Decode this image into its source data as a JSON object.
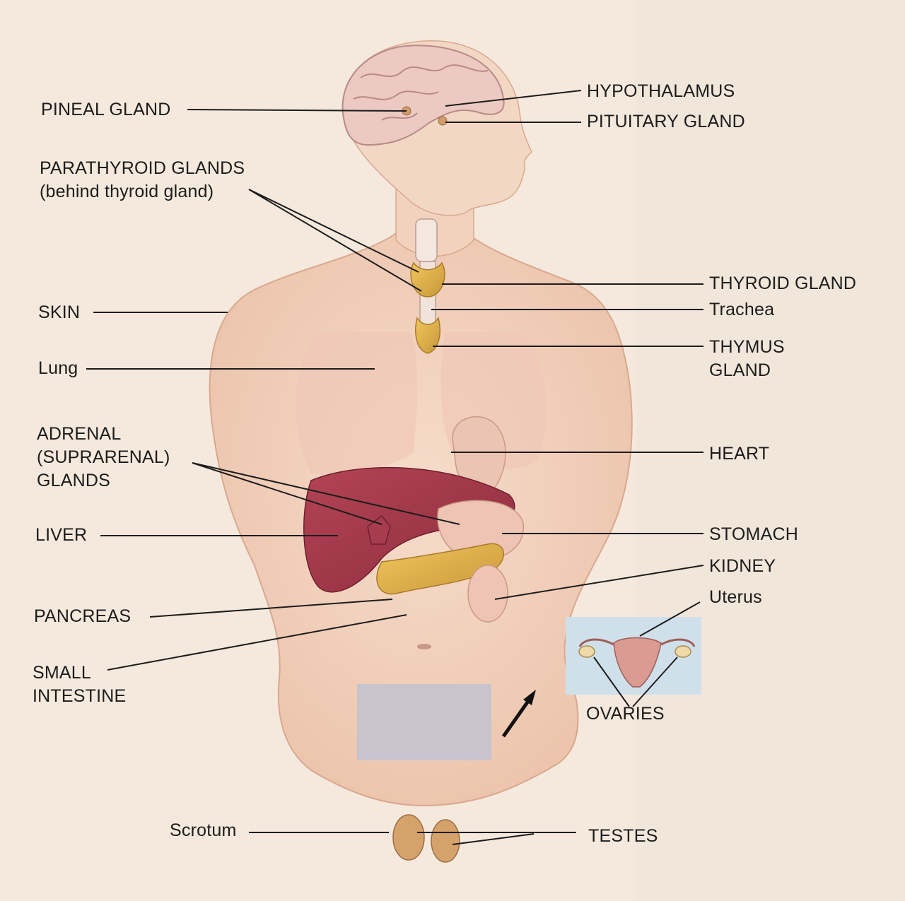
{
  "colors": {
    "background": "#f4e9dc",
    "skin": "#f0cdb6",
    "gland": "#e2b548",
    "liver": "#a8384a",
    "ovary_panel": "#cfe0ea",
    "leader": "#1c1c1c"
  },
  "labels": {
    "pineal": "PINEAL GLAND",
    "hypothalamus": "HYPOTHALAMUS",
    "pituitary": "PITUITARY GLAND",
    "parathyroid_line1": "PARATHYROID GLANDS",
    "parathyroid_line2": "(behind thyroid gland)",
    "thyroid": "THYROID GLAND",
    "skin": "SKIN",
    "trachea": "Trachea",
    "thymus_line1": "THYMUS",
    "thymus_line2": "GLAND",
    "lung": "Lung",
    "adrenal_line1": "ADRENAL",
    "adrenal_line2": "(SUPRARENAL)",
    "adrenal_line3": "GLANDS",
    "heart": "HEART",
    "liver": "LIVER",
    "stomach": "STOMACH",
    "kidney": "KIDNEY",
    "uterus": "Uterus",
    "pancreas": "PANCREAS",
    "small_intestine_line1": "SMALL",
    "small_intestine_line2": "INTESTINE",
    "ovaries": "OVARIES",
    "scrotum": "Scrotum",
    "testes": "TESTES"
  }
}
